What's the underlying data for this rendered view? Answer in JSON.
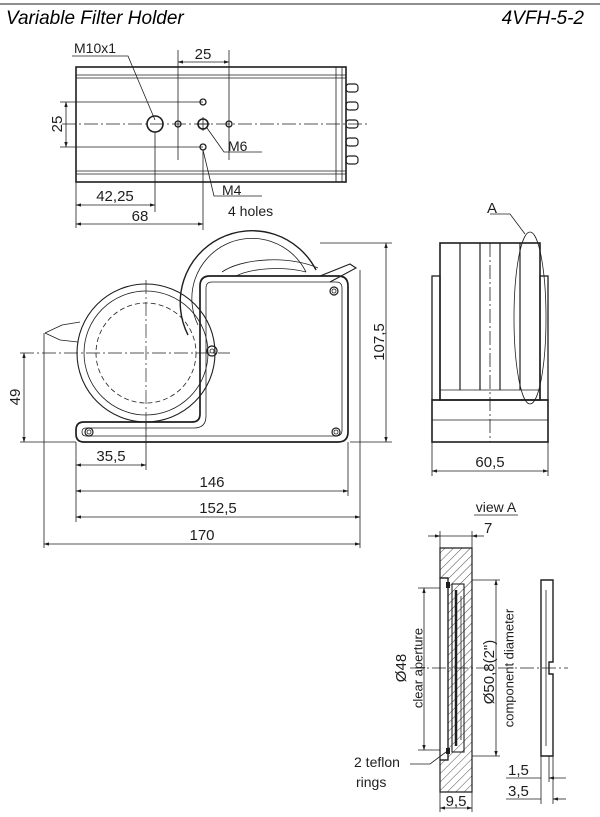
{
  "title": "Variable Filter Holder",
  "model": "4VFH-5-2",
  "top_view": {
    "thread_large": "M10x1",
    "thread_medium": "M6",
    "thread_small": "M4",
    "holes_note": "4 holes",
    "dim_spacing": "25",
    "dim_height": "25",
    "dim_from_left_1": "42,25",
    "dim_from_left_2": "68"
  },
  "front_view": {
    "dim_height_total": "107,5",
    "dim_axis_height": "49",
    "dim_small": "35,5",
    "dim_width_1": "146",
    "dim_width_2": "152,5",
    "dim_width_3": "170"
  },
  "side_view": {
    "detail_label": "A",
    "dim_depth": "60,5"
  },
  "section_view": {
    "view_title": "view A",
    "dim_top_width": "7",
    "dim_clear_aperture": "Ø48",
    "label_clear_aperture": "clear aperture",
    "dim_component": "Ø50,8(2\")",
    "label_component": "component diameter",
    "note_rings_line1": "2 teflon",
    "note_rings_line2": "rings",
    "dim_bottom_width": "9,5",
    "dim_step_1": "1,5",
    "dim_step_2": "3,5"
  }
}
